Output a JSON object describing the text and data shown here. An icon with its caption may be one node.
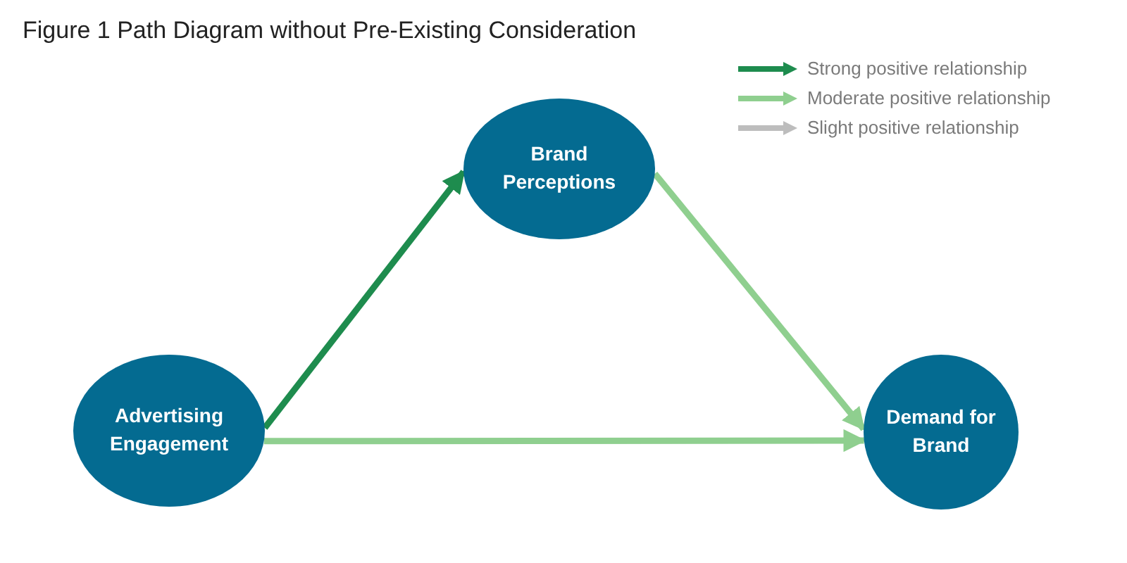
{
  "diagram": {
    "title": "Figure 1 Path Diagram without Pre-Existing Consideration",
    "nodes": [
      {
        "text": [
          "Advertising Engagement"
        ]
      },
      {
        "text": [
          "Brand Perceptions"
        ]
      },
      {
        "text": [
          "Demand for Brand"
        ]
      }
    ],
    "edges": [
      {
        "from": 0,
        "to": 1,
        "arrow": "to",
        "color": "#1e8c4e"
      },
      {
        "from": 1,
        "to": 2,
        "arrow": "to"
      },
      {
        "from": 0,
        "to": 2,
        "arrow": "to"
      }
    ],
    "legend": [
      {
        "text": "Strong positive relationship",
        "color": "#1e8c4e"
      },
      {
        "text": "Moderate positive relationship",
        "color": "#8fcf8f"
      },
      {
        "text": "Slight positive relationship",
        "color": "#bdbdbd"
      }
    ]
  }
}
